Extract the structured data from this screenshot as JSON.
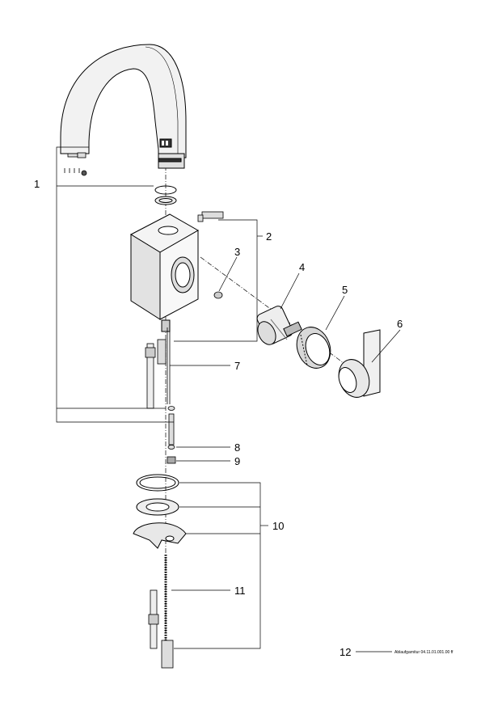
{
  "callouts": {
    "c1": "1",
    "c2": "2",
    "c3": "3",
    "c4": "4",
    "c5": "5",
    "c6": "6",
    "c7": "7",
    "c8": "8",
    "c9": "9",
    "c10": "10",
    "c11": "11",
    "c12": "12"
  },
  "note12": "Ablaufgarnitur 04.11.01.001.00 ff",
  "colors": {
    "line": "#000000",
    "fill_light": "#eeeeee",
    "fill_mid": "#cccccc",
    "fill_dark": "#333333"
  }
}
